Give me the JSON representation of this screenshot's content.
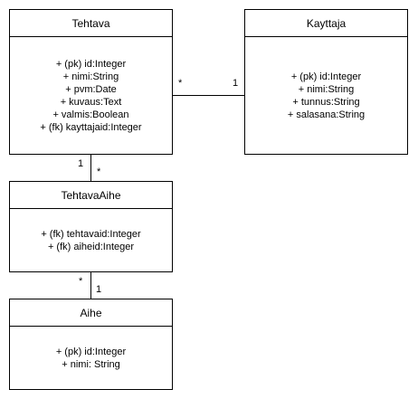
{
  "classes": {
    "tehtava": {
      "name": "Tehtava",
      "attributes": [
        "+ (pk) id:Integer",
        "+ nimi:String",
        "+ pvm:Date",
        "+ kuvaus:Text",
        "+ valmis:Boolean",
        "+ (fk) kayttajaid:Integer"
      ]
    },
    "kayttaja": {
      "name": "Kayttaja",
      "attributes": [
        "+ (pk) id:Integer",
        "+ nimi:String",
        "+ tunnus:String",
        "+ salasana:String"
      ]
    },
    "tehtavaaihe": {
      "name": "TehtavaAihe",
      "attributes": [
        "+ (fk) tehtavaid:Integer",
        "+ (fk) aiheid:Integer"
      ]
    },
    "aihe": {
      "name": "Aihe",
      "attributes": [
        "+ (pk) id:Integer",
        "+ nimi: String"
      ]
    }
  },
  "associations": {
    "tehtava_kayttaja": {
      "source_mult": "*",
      "target_mult": "1"
    },
    "tehtava_tehtavaaihe": {
      "source_mult": "1",
      "target_mult": "*"
    },
    "tehtavaaihe_aihe": {
      "source_mult": "*",
      "target_mult": "1"
    }
  }
}
